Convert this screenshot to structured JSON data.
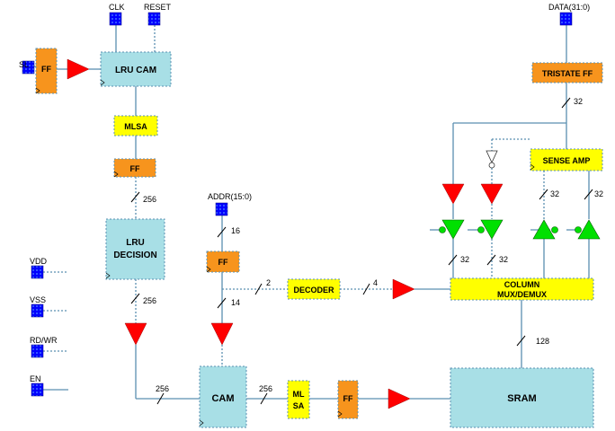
{
  "signals": {
    "clk": "CLK",
    "reset": "RESET",
    "data": "DATA(31:0)",
    "sl": "SL",
    "addr": "ADDR(15:0)",
    "vdd": "VDD",
    "vss": "VSS",
    "rdwr": "RD/WR",
    "en": "EN"
  },
  "blocks": {
    "lru_cam": "LRU CAM",
    "mlsa": "MLSA",
    "ff": "FF",
    "lru_decision_1": "LRU",
    "lru_decision_2": "DECISION",
    "decoder": "DECODER",
    "tristate_ff": "TRISTATE FF",
    "sense_amp": "SENSE AMP",
    "column_1": "COLUMN",
    "column_2": "MUX/DEMUX",
    "cam": "CAM",
    "mlsa_1": "ML",
    "mlsa_2": "SA",
    "sram": "SRAM"
  },
  "bus_widths": {
    "w256_lru": "256",
    "w256_dec": "256",
    "w256_cam": "256",
    "w256_cam2": "256",
    "w16": "16",
    "w14": "14",
    "w2": "2",
    "w4": "4",
    "w32_tri": "32",
    "w32_s1": "32",
    "w32_s2": "32",
    "w32_c1": "32",
    "w32_c2": "32",
    "w128": "128"
  },
  "colors": {
    "cyan_block": "#a8dfe6",
    "orange_ff": "#f7941d",
    "yellow_block": "#ffff00",
    "blue_pin": "#0000ff",
    "red_buffer": "#ff0000",
    "green_buffer": "#00e000",
    "wire": "#5a8fb0"
  }
}
